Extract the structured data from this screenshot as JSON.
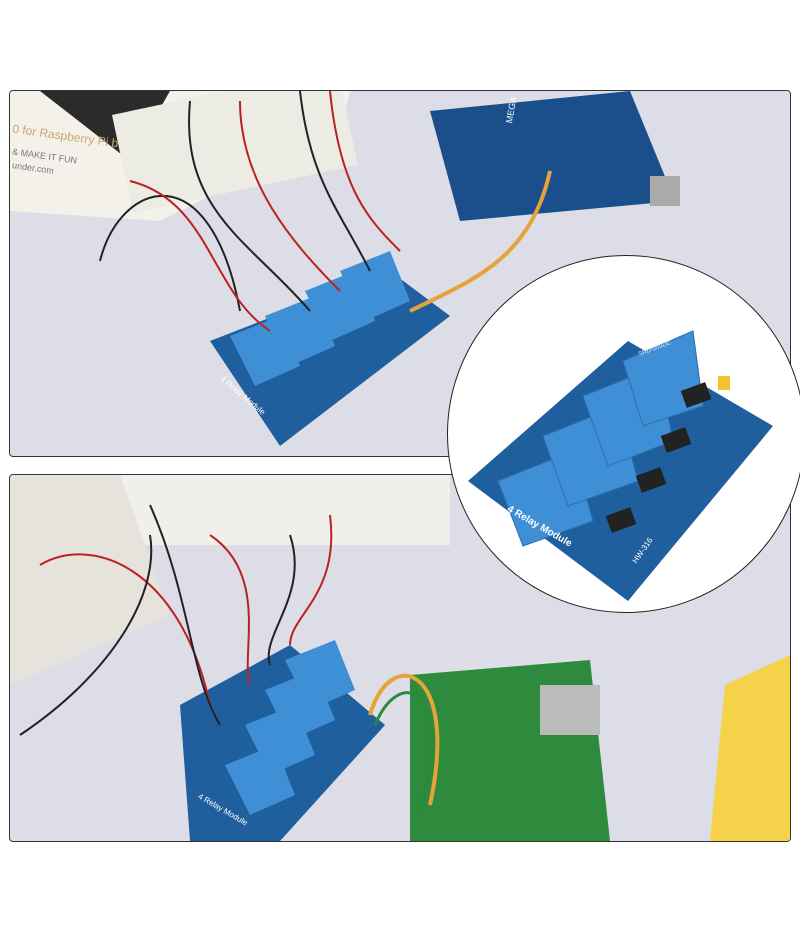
{
  "top_panel": {
    "book_title": "0 for Raspberry Pi b",
    "book_line2": "& MAKE IT FUN",
    "book_line3": "under.com",
    "board_label": "MEGA",
    "module_label": "4 Relay Module"
  },
  "inset": {
    "module_label": "4 Relay Module",
    "model": "HW-316",
    "relay_marking": "SRD-05VDC"
  },
  "bottom_panel": {
    "module_label": "4 Relay Module"
  },
  "colors": {
    "pcb": "#1f5f9e",
    "relay": "#3f8fd6",
    "background": "#dcdde6"
  }
}
